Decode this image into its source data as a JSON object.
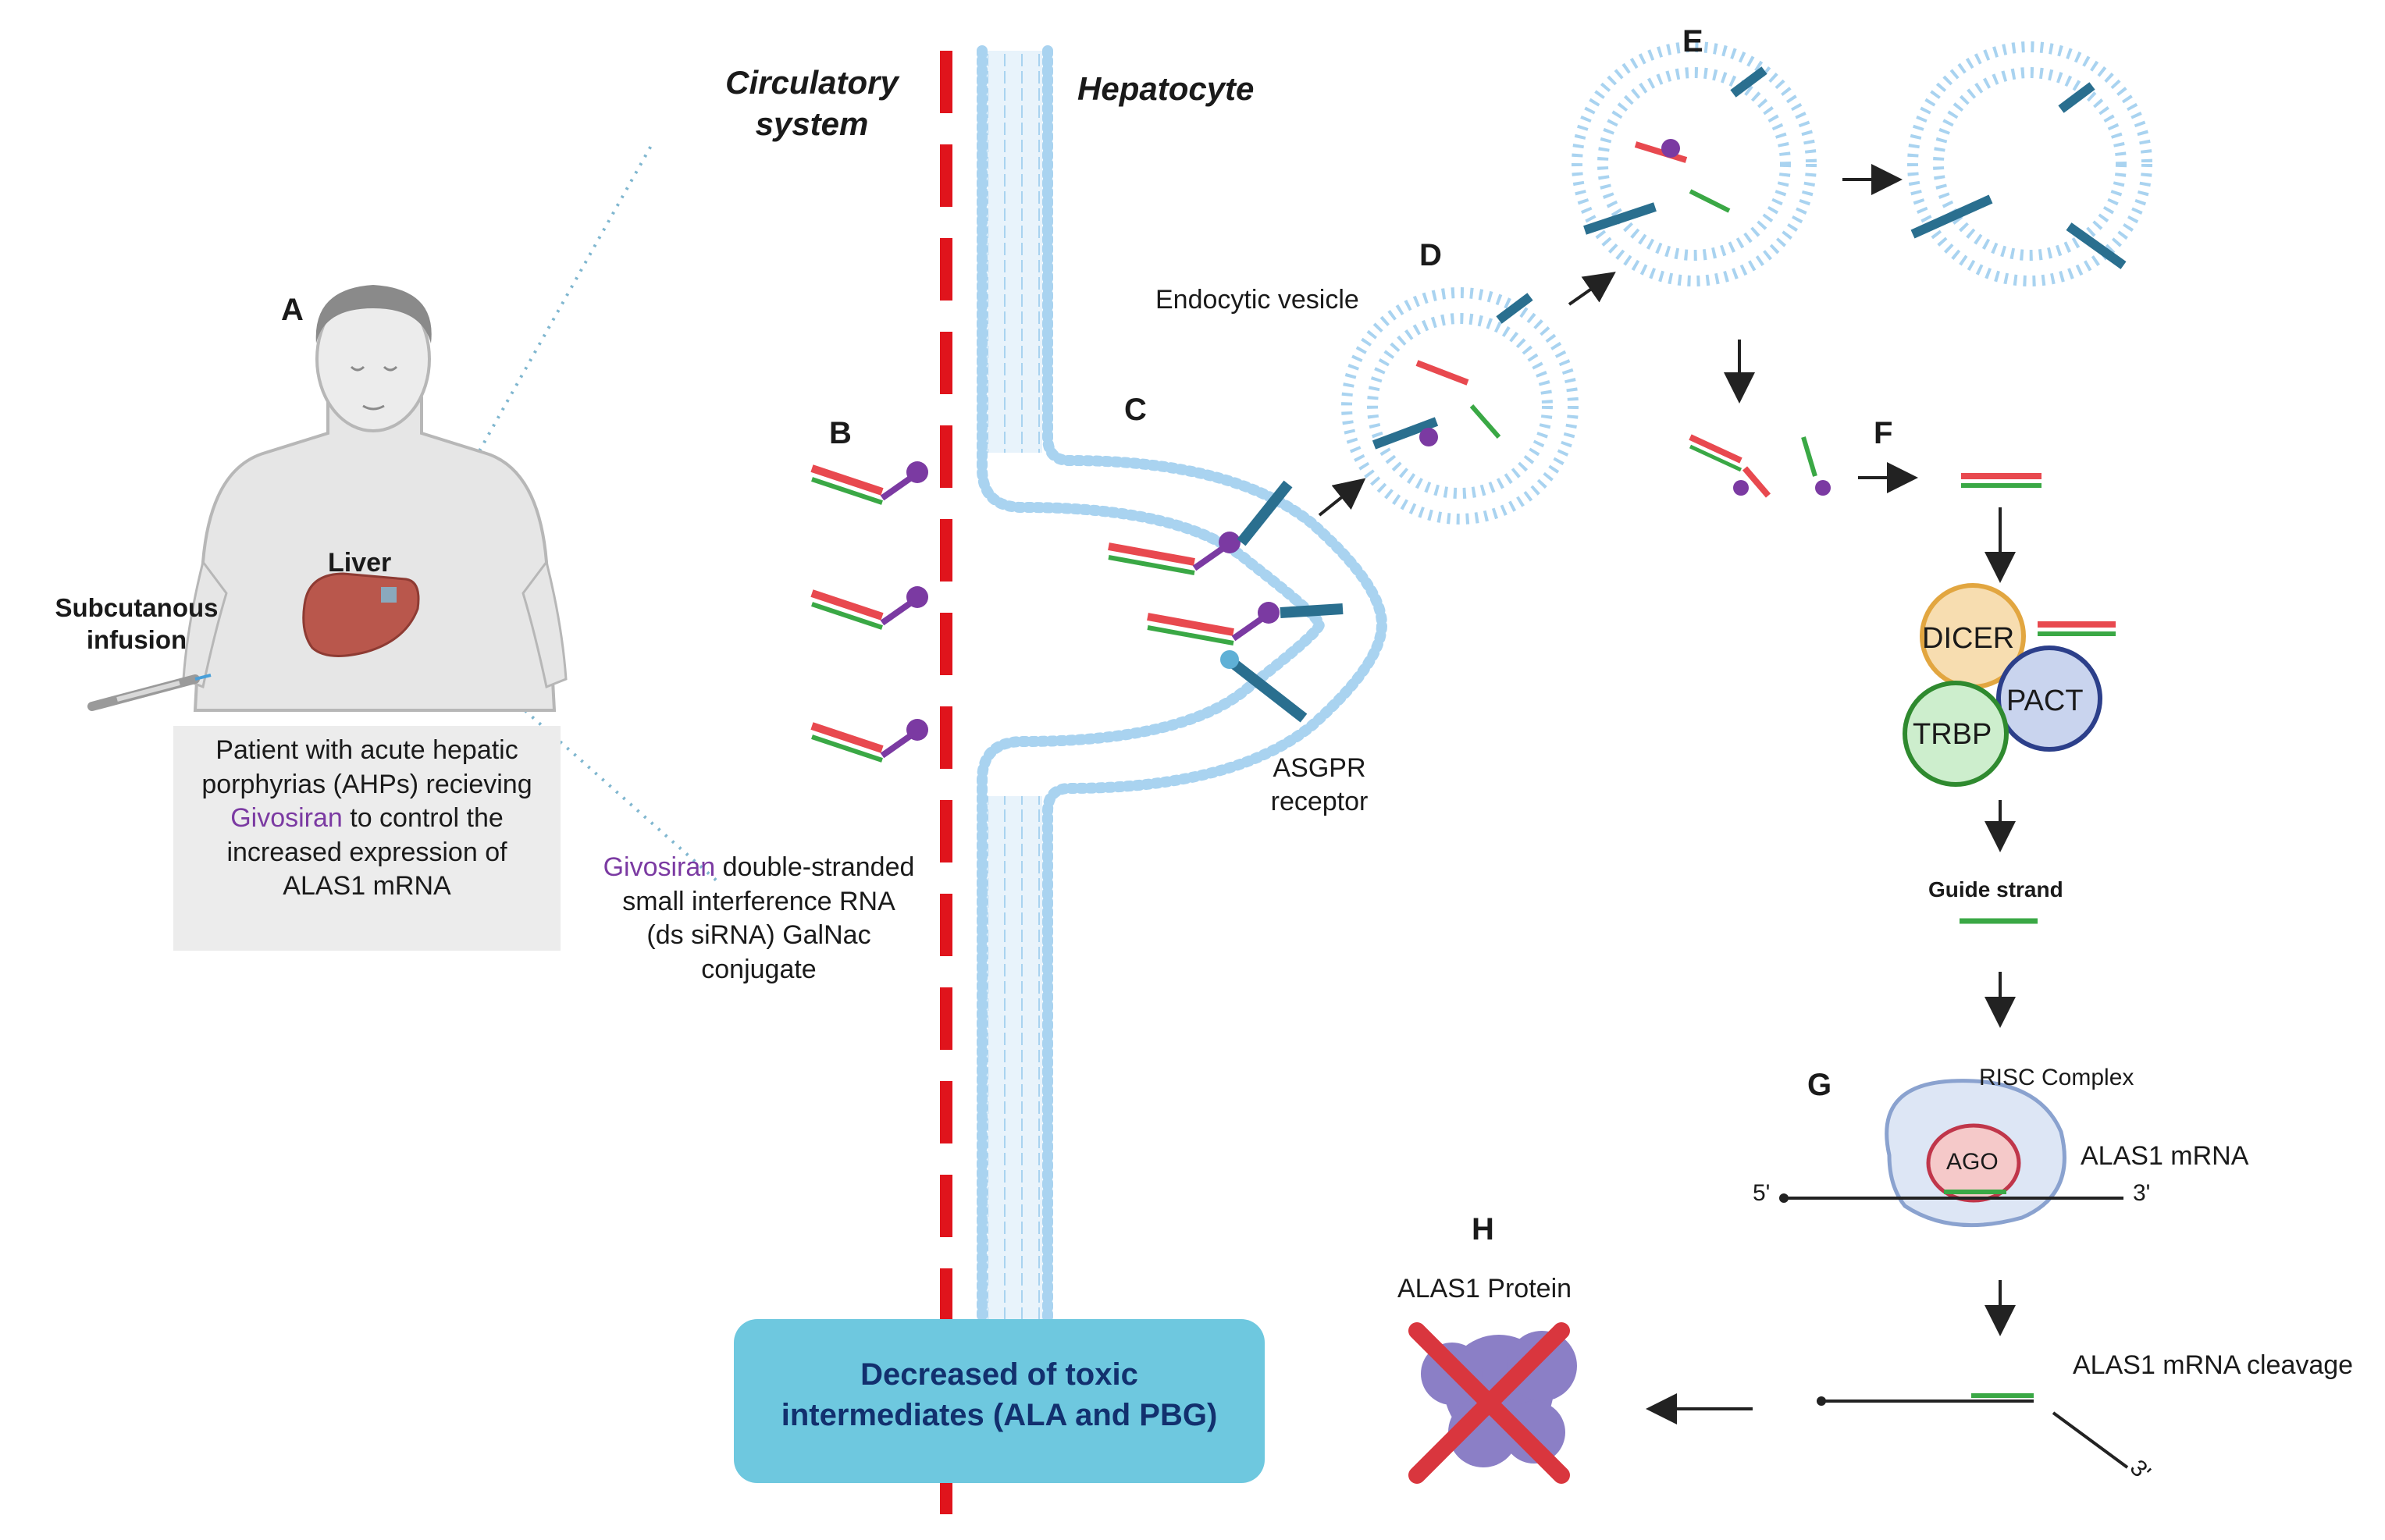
{
  "labels": {
    "A": "A",
    "B": "B",
    "C": "C",
    "D": "D",
    "E": "E",
    "F": "F",
    "G": "G",
    "H": "H"
  },
  "headers": {
    "circulatory_line1": "Circulatory",
    "circulatory_line2": "system",
    "hepatocyte": "Hepatocyte"
  },
  "patient": {
    "liver": "Liver",
    "subcutaneous_line1": "Subcutanous",
    "subcutaneous_line2": "infusion",
    "box_line1": "Patient with acute hepatic",
    "box_line2": "porphyrias (AHPs) recieving",
    "box_drug": "Givosiran",
    "box_line3_rest": " to control the",
    "box_line4": "increased expression of",
    "box_line5": "ALAS1 mRNA"
  },
  "conjugate": {
    "drug": "Givosiran",
    "line1_rest": " double-stranded",
    "line2": "small interference RNA",
    "line3": "(ds siRNA) GalNac",
    "line4": "conjugate"
  },
  "steps": {
    "endocytic_vesicle": "Endocytic vesicle",
    "asgpr_line1": "ASGPR",
    "asgpr_line2": "receptor",
    "dicer": "DICER",
    "pact": "PACT",
    "trbp": "TRBP",
    "guide_strand": "Guide strand",
    "risc_complex": "RISC Complex",
    "ago": "AGO",
    "alas1_mrna": "ALAS1 mRNA",
    "five_prime": "5'",
    "three_prime": "3'",
    "cleavage": "ALAS1 mRNA cleavage",
    "cleavage_three_prime": "3'",
    "alas1_protein": "ALAS1 Protein"
  },
  "outcome": {
    "line1": "Decreased of toxic",
    "line2": "intermediates (ALA and PBG)"
  },
  "colors": {
    "membrane": "#a9d3f0",
    "barrier_red": "#e0141c",
    "sirna_red": "#e8494f",
    "sirna_green": "#3aa845",
    "galnac_purple": "#7b3aa2",
    "receptor_blue": "#2a6f8f",
    "dicer_fill": "#f7ddb0",
    "pact_fill": "#c9d4ee",
    "trbp_fill": "#cdeecd",
    "outcome_box": "#6ec8df",
    "outcome_text": "#12306e",
    "cross_red": "#d9363e"
  },
  "icons": [
    "person-figure-icon",
    "liver-icon",
    "syringe-icon",
    "sirna-conjugate-icon",
    "asgpr-receptor-icon",
    "vesicle-icon",
    "protein-icon",
    "cross-icon",
    "arrow-icon"
  ]
}
